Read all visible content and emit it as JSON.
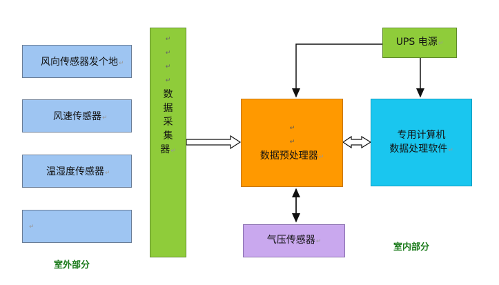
{
  "sensors": [
    {
      "label": "风向传感器发个地"
    },
    {
      "label": "风速传感器"
    },
    {
      "label": "温湿度传感器"
    },
    {
      "label": ""
    }
  ],
  "collector": {
    "chars": [
      "数",
      "据",
      "采",
      "集",
      "器"
    ]
  },
  "preprocessor": {
    "label": "数据预处理器"
  },
  "computer": {
    "line1": "专用计算机",
    "line2": "数据处理软件"
  },
  "ups": {
    "label": "UPS 电源"
  },
  "pressure": {
    "label": "气压传感器"
  },
  "outdoor_label": "室外部分",
  "indoor_label": "室内部分",
  "colors": {
    "sensor": "#9ec5f2",
    "collector": "#8fcc3a",
    "preprocessor": "#ff9900",
    "computer": "#1ac6ef",
    "ups": "#8fcc3a",
    "pressure": "#c9a8ee",
    "section_label": "#1a7a1a"
  }
}
